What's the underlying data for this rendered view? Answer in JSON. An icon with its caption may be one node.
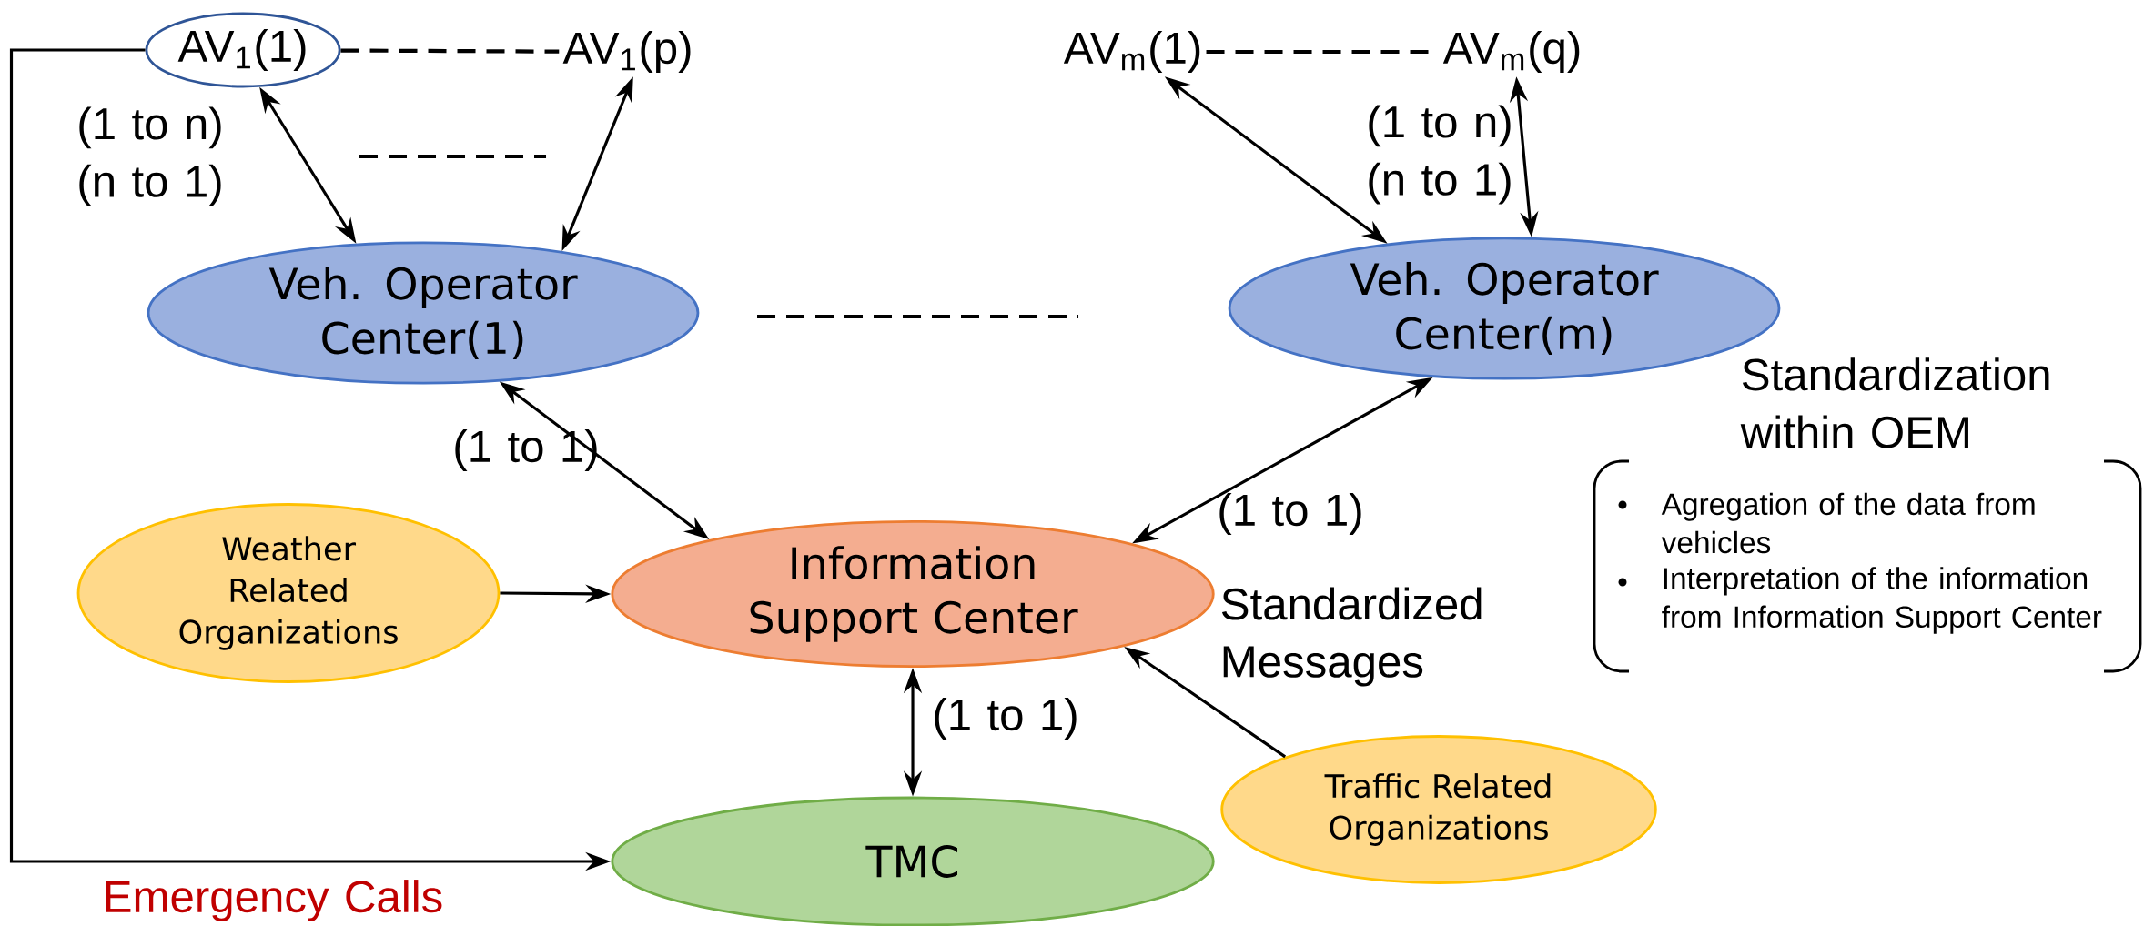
{
  "diagram": {
    "nodes": [
      {
        "text": [
          "AV$_{1}$(1)"
        ]
      },
      {
        "text": [
          "AV$_{1}$(p)"
        ]
      },
      {
        "text": [
          "AV$_{m}$(1)"
        ]
      },
      {
        "text": [
          "AV$_{m}$(q)"
        ]
      },
      {
        "text": [
          "Veh. Operator Center(1)"
        ]
      },
      {
        "text": [
          "Veh. Operator Center(m)"
        ]
      },
      {
        "text": [
          "Weather Related Organizations"
        ]
      },
      {
        "text": [
          "Information Support Center"
        ]
      },
      {
        "text": [
          "TMC"
        ]
      },
      {
        "text": [
          "Traffic Related Organizations"
        ]
      }
    ],
    "edges": [
      {
        "from": 0,
        "to": 4,
        "arrow": "both",
        "label": "(1 to n) (n to 1)"
      },
      {
        "from": 1,
        "to": 4,
        "arrow": "both"
      },
      {
        "from": 2,
        "to": 5,
        "arrow": "both"
      },
      {
        "from": 3,
        "to": 5,
        "arrow": "both",
        "label": "(1 to n) (n to 1)"
      },
      {
        "from": 4,
        "to": 7,
        "arrow": "both",
        "label": "(1 to 1)"
      },
      {
        "from": 5,
        "to": 7,
        "arrow": "both",
        "label": "(1 to 1)"
      },
      {
        "from": 6,
        "to": 7,
        "arrow": "to"
      },
      {
        "from": 9,
        "to": 7,
        "arrow": "to"
      },
      {
        "from": 7,
        "to": 8,
        "arrow": "both",
        "label": "(1 to 1)"
      },
      {
        "from": 0,
        "to": 8,
        "arrow": "to",
        "label": "Emergency Calls"
      },
      {
        "from": 0,
        "to": 1,
        "arrow": "none",
        "style": "dashed"
      },
      {
        "from": 2,
        "to": 3,
        "arrow": "none",
        "style": "dashed"
      }
    ],
    "labels": [
      "Standardized Messages",
      "Standardization within OEM",
      "Agregation of the data from vehicles",
      "Interpretation of the information from Information Support Center"
    ]
  }
}
